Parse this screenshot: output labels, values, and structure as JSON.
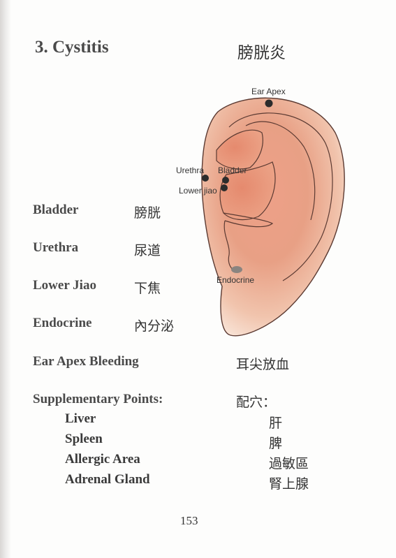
{
  "heading": {
    "title": "3. Cystitis",
    "title_cn": "膀胱炎"
  },
  "ear_diagram": {
    "labels": {
      "ear_apex": "Ear Apex",
      "urethra": "Urethra",
      "bladder": "Bladder",
      "lower_jiao": "Lower jiao",
      "endocrine": "Endocrine"
    }
  },
  "points": [
    {
      "en": "Bladder",
      "cn": "膀胱"
    },
    {
      "en": "Urethra",
      "cn": "尿道"
    },
    {
      "en": "Lower Jiao",
      "cn": "下焦"
    },
    {
      "en": "Endocrine",
      "cn": "內分泌"
    },
    {
      "en": "Ear Apex Bleeding",
      "cn": "耳尖放血"
    }
  ],
  "supplementary": {
    "heading": "Supplementary Points:",
    "heading_cn": "配穴：",
    "items": [
      {
        "en": "Liver",
        "cn": "肝"
      },
      {
        "en": "Spleen",
        "cn": "脾"
      },
      {
        "en": "Allergic Area",
        "cn": "過敏區"
      },
      {
        "en": "Adrenal Gland",
        "cn": "腎上腺"
      }
    ]
  },
  "page_number": "153"
}
